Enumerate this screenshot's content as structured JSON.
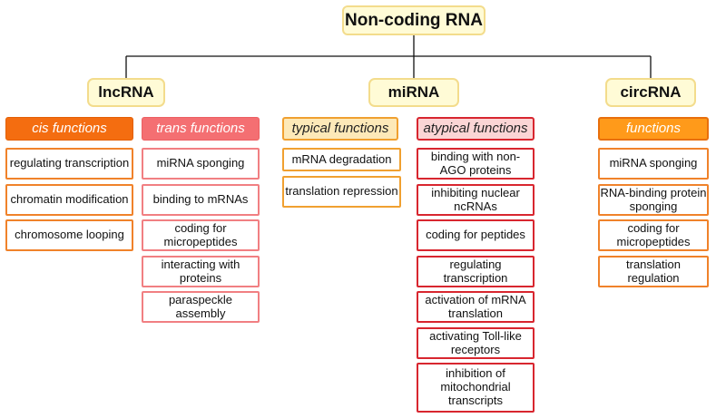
{
  "root": {
    "label": "Non-coding RNA"
  },
  "categories": [
    {
      "label": "lncRNA",
      "groups": [
        {
          "header": "cis functions",
          "items": [
            "regulating transcription",
            "chromatin modification",
            "chromosome looping"
          ]
        },
        {
          "header": "trans functions",
          "items": [
            "miRNA sponging",
            "binding to mRNAs",
            "coding for micropeptides",
            "interacting with proteins",
            "paraspeckle assembly"
          ]
        }
      ]
    },
    {
      "label": "miRNA",
      "groups": [
        {
          "header": "typical functions",
          "items": [
            "mRNA degradation",
            "translation repression"
          ]
        },
        {
          "header": "atypical functions",
          "items": [
            "binding with non-AGO proteins",
            "inhibiting nuclear ncRNAs",
            "coding for peptides",
            "regulating transcription",
            "activation of mRNA translation",
            "activating Toll-like receptors",
            "inhibition of mitochondrial transcripts"
          ]
        }
      ]
    },
    {
      "label": "circRNA",
      "groups": [
        {
          "header": "functions",
          "items": [
            "miRNA sponging",
            "RNA-binding protein sponging",
            "coding for micropeptides",
            "translation regulation"
          ]
        }
      ]
    }
  ],
  "colors": {
    "connector": "#111111",
    "cis": "#f46d10",
    "trans": "#f46f72",
    "typical": "#f0a030",
    "atypical": "#d8262f",
    "circ_functions": "#ff9a1a"
  }
}
